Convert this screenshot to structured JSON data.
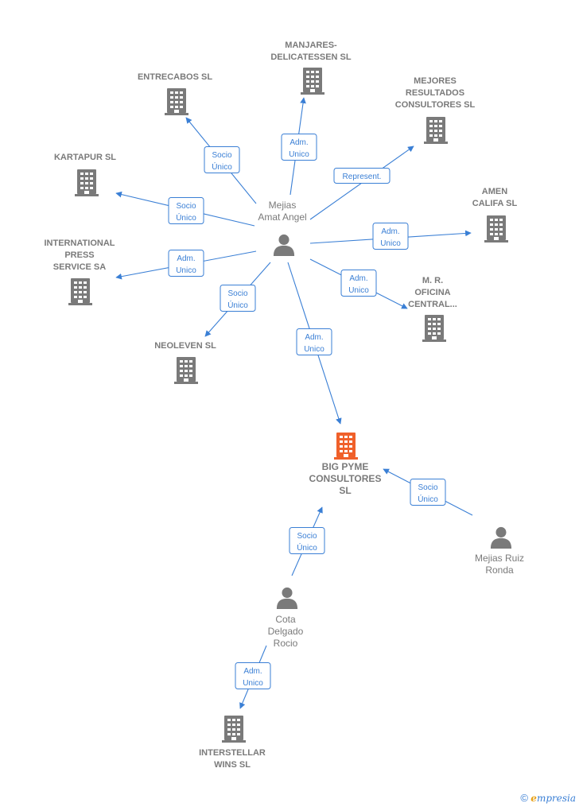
{
  "colors": {
    "edge": "#3a7fd5",
    "company": "#7a7a7a",
    "focus": "#f0602a",
    "person": "#7a7a7a"
  },
  "nodes": [
    {
      "id": "mejias_amat",
      "kind": "person",
      "lines": [
        "Mejias",
        "Amat Angel"
      ]
    },
    {
      "id": "manjares",
      "kind": "company",
      "lines": [
        "MANJARES-",
        "DELICATESSEN SL"
      ]
    },
    {
      "id": "entrecabos",
      "kind": "company",
      "lines": [
        "ENTRECABOS SL"
      ]
    },
    {
      "id": "mejores",
      "kind": "company",
      "lines": [
        "MEJORES",
        "RESULTADOS",
        "CONSULTORES SL"
      ]
    },
    {
      "id": "kartapur",
      "kind": "company",
      "lines": [
        "KARTAPUR SL"
      ]
    },
    {
      "id": "amen",
      "kind": "company",
      "lines": [
        "AMEN",
        "CALIFA SL"
      ]
    },
    {
      "id": "international",
      "kind": "company",
      "lines": [
        "INTERNATIONAL",
        "PRESS",
        "SERVICE SA"
      ]
    },
    {
      "id": "mr_oficina",
      "kind": "company",
      "lines": [
        "M. R.",
        "OFICINA",
        "CENTRAL..."
      ]
    },
    {
      "id": "neoleven",
      "kind": "company",
      "lines": [
        "NEOLEVEN SL"
      ]
    },
    {
      "id": "big_pyme",
      "kind": "focus",
      "lines": [
        "BIG PYME",
        "CONSULTORES",
        "SL"
      ]
    },
    {
      "id": "mejias_ruiz",
      "kind": "person",
      "lines": [
        "Mejias Ruiz",
        "Ronda"
      ]
    },
    {
      "id": "cota",
      "kind": "person",
      "lines": [
        "Cota",
        "Delgado",
        "Rocio"
      ]
    },
    {
      "id": "interstellar",
      "kind": "company",
      "lines": [
        "INTERSTELLAR",
        "WINS SL"
      ]
    }
  ],
  "edges": [
    {
      "from": "mejias_amat",
      "to": "manjares",
      "label": [
        "Adm.",
        "Unico"
      ]
    },
    {
      "from": "mejias_amat",
      "to": "entrecabos",
      "label": [
        "Socio",
        "Único"
      ]
    },
    {
      "from": "mejias_amat",
      "to": "mejores",
      "label": [
        "Represent."
      ]
    },
    {
      "from": "mejias_amat",
      "to": "kartapur",
      "label": [
        "Socio",
        "Único"
      ]
    },
    {
      "from": "mejias_amat",
      "to": "amen",
      "label": [
        "Adm.",
        "Unico"
      ]
    },
    {
      "from": "mejias_amat",
      "to": "international",
      "label": [
        "Adm.",
        "Unico"
      ]
    },
    {
      "from": "mejias_amat",
      "to": "mr_oficina",
      "label": [
        "Adm.",
        "Unico"
      ]
    },
    {
      "from": "mejias_amat",
      "to": "neoleven",
      "label": [
        "Socio",
        "Único"
      ]
    },
    {
      "from": "mejias_amat",
      "to": "big_pyme",
      "label": [
        "Adm.",
        "Unico"
      ]
    },
    {
      "from": "mejias_ruiz",
      "to": "big_pyme",
      "label": [
        "Socio",
        "Único"
      ]
    },
    {
      "from": "cota",
      "to": "big_pyme",
      "label": [
        "Socio",
        "Único"
      ]
    },
    {
      "from": "cota",
      "to": "interstellar",
      "label": [
        "Adm.",
        "Unico"
      ]
    }
  ],
  "footer": {
    "copyright": "©",
    "brand_initial": "e",
    "brand_rest": "mpresia"
  }
}
